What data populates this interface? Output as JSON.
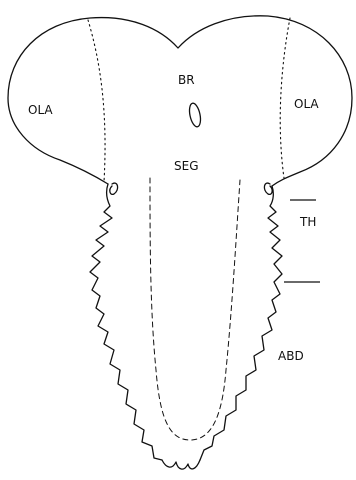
{
  "labels": {
    "ola_left": "OLA",
    "br": "BR",
    "ola_right": "OLA",
    "seg": "SEG",
    "th": "TH",
    "abd": "ABD"
  },
  "colors": {
    "ink": "#111111",
    "background": "#ffffff"
  }
}
